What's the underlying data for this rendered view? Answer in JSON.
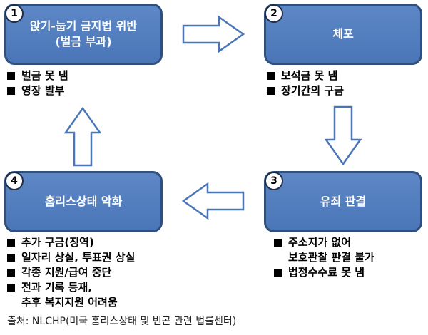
{
  "boxes": [
    {
      "num": "1",
      "lines": [
        "앉기-눕기 금지법 위반",
        "(벌금 부과)"
      ]
    },
    {
      "num": "2",
      "lines": [
        "체포"
      ]
    },
    {
      "num": "3",
      "lines": [
        "유죄 판결"
      ]
    },
    {
      "num": "4",
      "lines": [
        "홈리스상태 악화"
      ]
    }
  ],
  "lists": {
    "box1": [
      [
        "벌금 못 냄"
      ],
      [
        "영장 발부"
      ]
    ],
    "box2": [
      [
        "보석금 못 냄"
      ],
      [
        "장기간의 구금"
      ]
    ],
    "box3": [
      [
        "주소지가 없어",
        "보호관찰 판결 불가"
      ],
      [
        "법정수수료 못 냄"
      ]
    ],
    "box4": [
      [
        "추가 구금(징역)"
      ],
      [
        "일자리 상실, 투표권 상실"
      ],
      [
        "각종 지원/급여 중단"
      ],
      [
        "전과 기록 등재,",
        "추후 복지지원 어려움"
      ]
    ]
  },
  "source": "출처: NLCHP(미국 홈리스상태 및 빈곤 관련 법률센터)",
  "colors": {
    "box_fill": "#4f7bbd",
    "box_border": "#2f4f7d",
    "arrow_fill": "#ffffff",
    "arrow_stroke": "#4a76b8"
  }
}
